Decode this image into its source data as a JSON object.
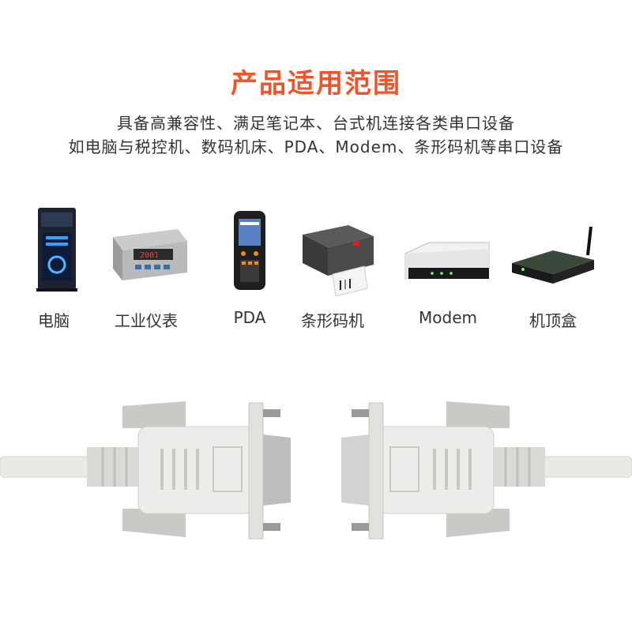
{
  "heading": {
    "title": "产品适用范围",
    "line1": "具备高兼容性、满足笔记本、台式机连接各类串口设备",
    "line2": "如电脑与税控机、数码机床、PDA、Modem、条形码机等串口设备"
  },
  "devices": [
    {
      "label": "电脑",
      "icon": "computer-tower-icon"
    },
    {
      "label": "工业仪表",
      "icon": "industrial-meter-icon"
    },
    {
      "label": "PDA",
      "icon": "pda-icon"
    },
    {
      "label": "条形码机",
      "icon": "barcode-printer-icon"
    },
    {
      "label": "Modem",
      "icon": "modem-icon"
    },
    {
      "label": "机顶盒",
      "icon": "set-top-box-icon"
    }
  ],
  "colors": {
    "title": "#f0542a",
    "text": "#333333",
    "cable": "#e9eae6"
  }
}
